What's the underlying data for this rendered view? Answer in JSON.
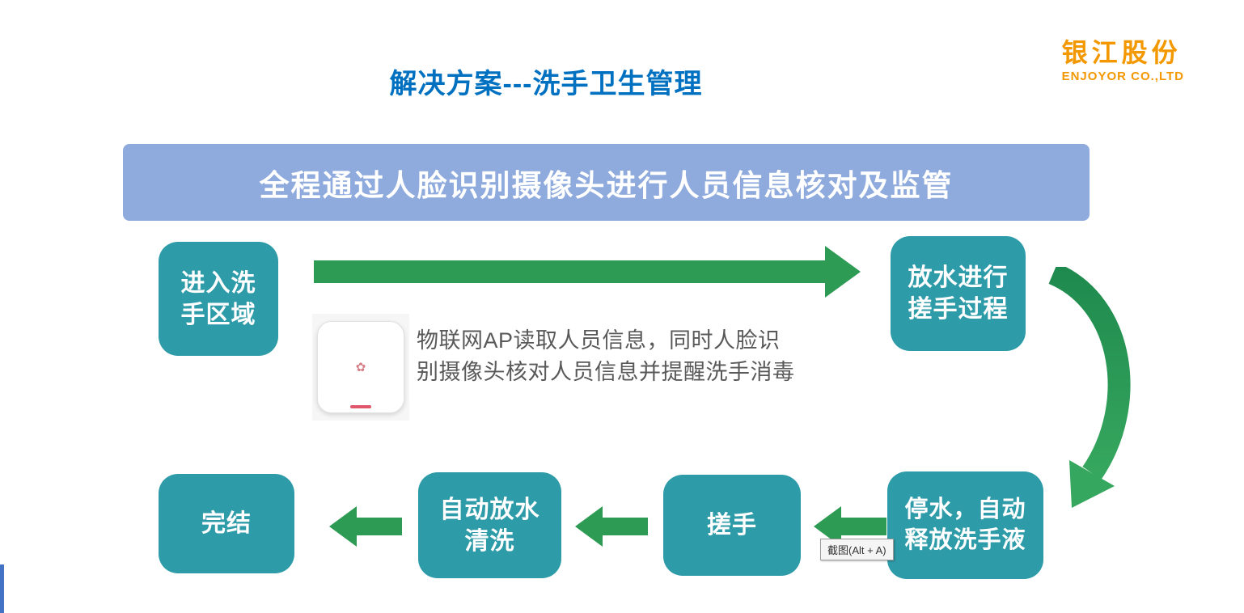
{
  "header": {
    "title": "解决方案---洗手卫生管理"
  },
  "logo": {
    "name": "银江股份",
    "subtitle": "ENJOYOR CO.,LTD"
  },
  "banner": {
    "text": "全程通过人脸识别摄像头进行人员信息核对及监管"
  },
  "flow": {
    "steps": [
      {
        "name": "enter-wash-area",
        "lines": [
          "进入洗",
          "手区域"
        ]
      },
      {
        "name": "water-on-rub",
        "lines": [
          "放水进行",
          "搓手过程"
        ]
      },
      {
        "name": "water-off-soap",
        "lines": [
          "停水，自动",
          "释放洗手液"
        ]
      },
      {
        "name": "rub-hands",
        "lines": [
          "搓手"
        ]
      },
      {
        "name": "auto-rinse",
        "lines": [
          "自动放水",
          "清洗"
        ]
      },
      {
        "name": "finish",
        "lines": [
          "完结"
        ]
      }
    ]
  },
  "device": {
    "description": [
      "物联网AP读取人员信息，同时人脸识",
      "别摄像头核对人员信息并提醒洗手消毒"
    ]
  },
  "tooltip": {
    "text": "截图(Alt + A)"
  },
  "colors": {
    "title_blue": "#0070C0",
    "banner_blue": "#8FAADC",
    "box_teal": "#2E9BA8",
    "arrow_green": "#2E9B54",
    "logo_orange": "#F39800",
    "description_gray": "#595959",
    "left_accent_blue": "#4472C4"
  }
}
